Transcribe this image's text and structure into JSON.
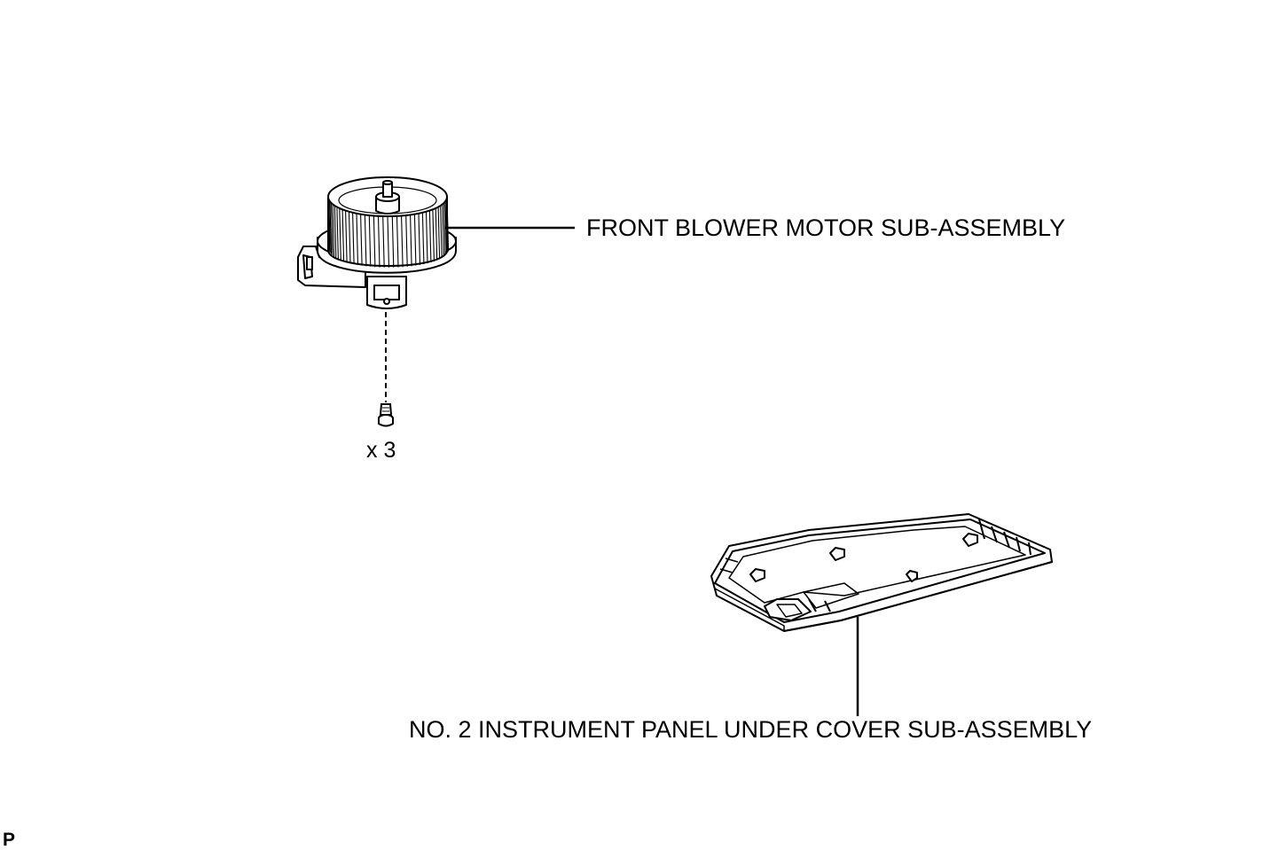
{
  "labels": {
    "blower_motor": "FRONT BLOWER MOTOR SUB-ASSEMBLY",
    "screw_quantity": "x 3",
    "under_cover": "NO. 2 INSTRUMENT PANEL UNDER COVER SUB-ASSEMBLY",
    "figure_code": "P"
  },
  "colors": {
    "line": "#000000",
    "background": "#ffffff"
  }
}
